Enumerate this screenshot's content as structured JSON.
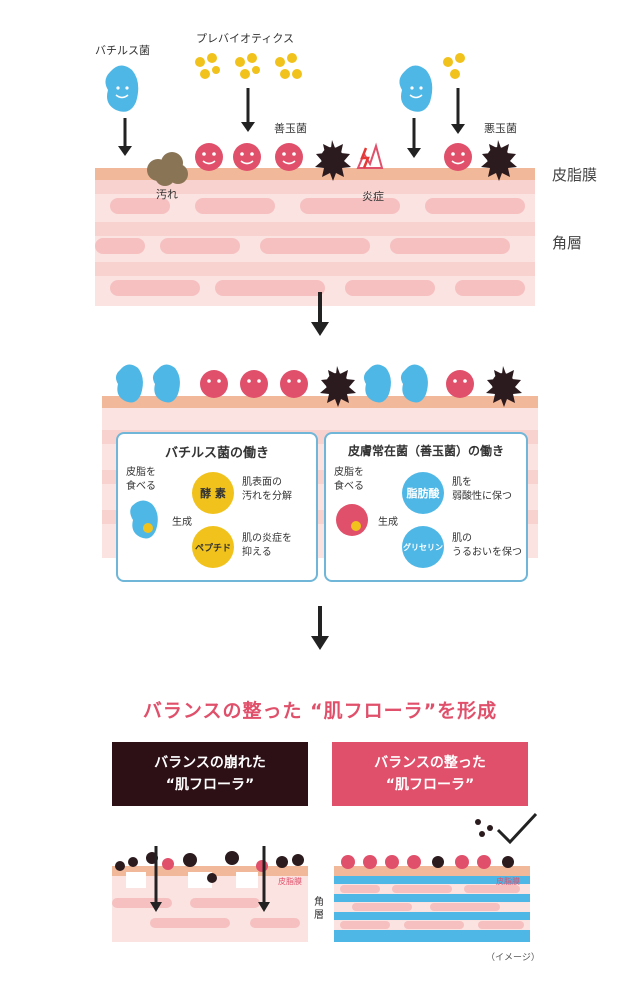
{
  "top": {
    "bacillus_label": "バチルス菌",
    "prebiotics_label": "プレバイオティクス",
    "good_bacteria_label": "善玉菌",
    "bad_bacteria_label": "悪玉菌",
    "dirt_label": "汚れ",
    "inflammation_label": "炎症",
    "sebum_film_label": "皮脂膜",
    "stratum_label": "角層"
  },
  "panels": {
    "left": {
      "title": "バチルス菌の働き",
      "eats": "皮脂を\n食べる",
      "produce": "生成",
      "item1": "酵 素",
      "item1_desc": "肌表面の\n汚れを分解",
      "item2": "ペプチド",
      "item2_desc": "肌の炎症を\n抑える"
    },
    "right": {
      "title": "皮膚常在菌（善玉菌）の働き",
      "eats": "皮脂を\n食べる",
      "produce": "生成",
      "item1": "脂肪酸",
      "item1_desc": "肌を\n弱酸性に保つ",
      "item2": "グリセリン",
      "item2_desc": "肌の\nうるおいを保つ"
    }
  },
  "heading": "バランスの整った “肌フローラ”を形成",
  "compare": {
    "bad_line1": "バランスの崩れた",
    "bad_line2": "“肌フローラ”",
    "good_line1": "バランスの整った",
    "good_line2": "“肌フローラ”",
    "sebum_small_left": "皮脂膜",
    "sebum_small_right": "皮脂膜",
    "stratum_small": "角\n層",
    "image_note": "（イメージ）"
  },
  "colors": {
    "red": "#e0506b",
    "blue": "#4fb7e6",
    "yellow": "#f1c21b",
    "skin": "#f6d3d0",
    "dark": "#2d1016"
  }
}
